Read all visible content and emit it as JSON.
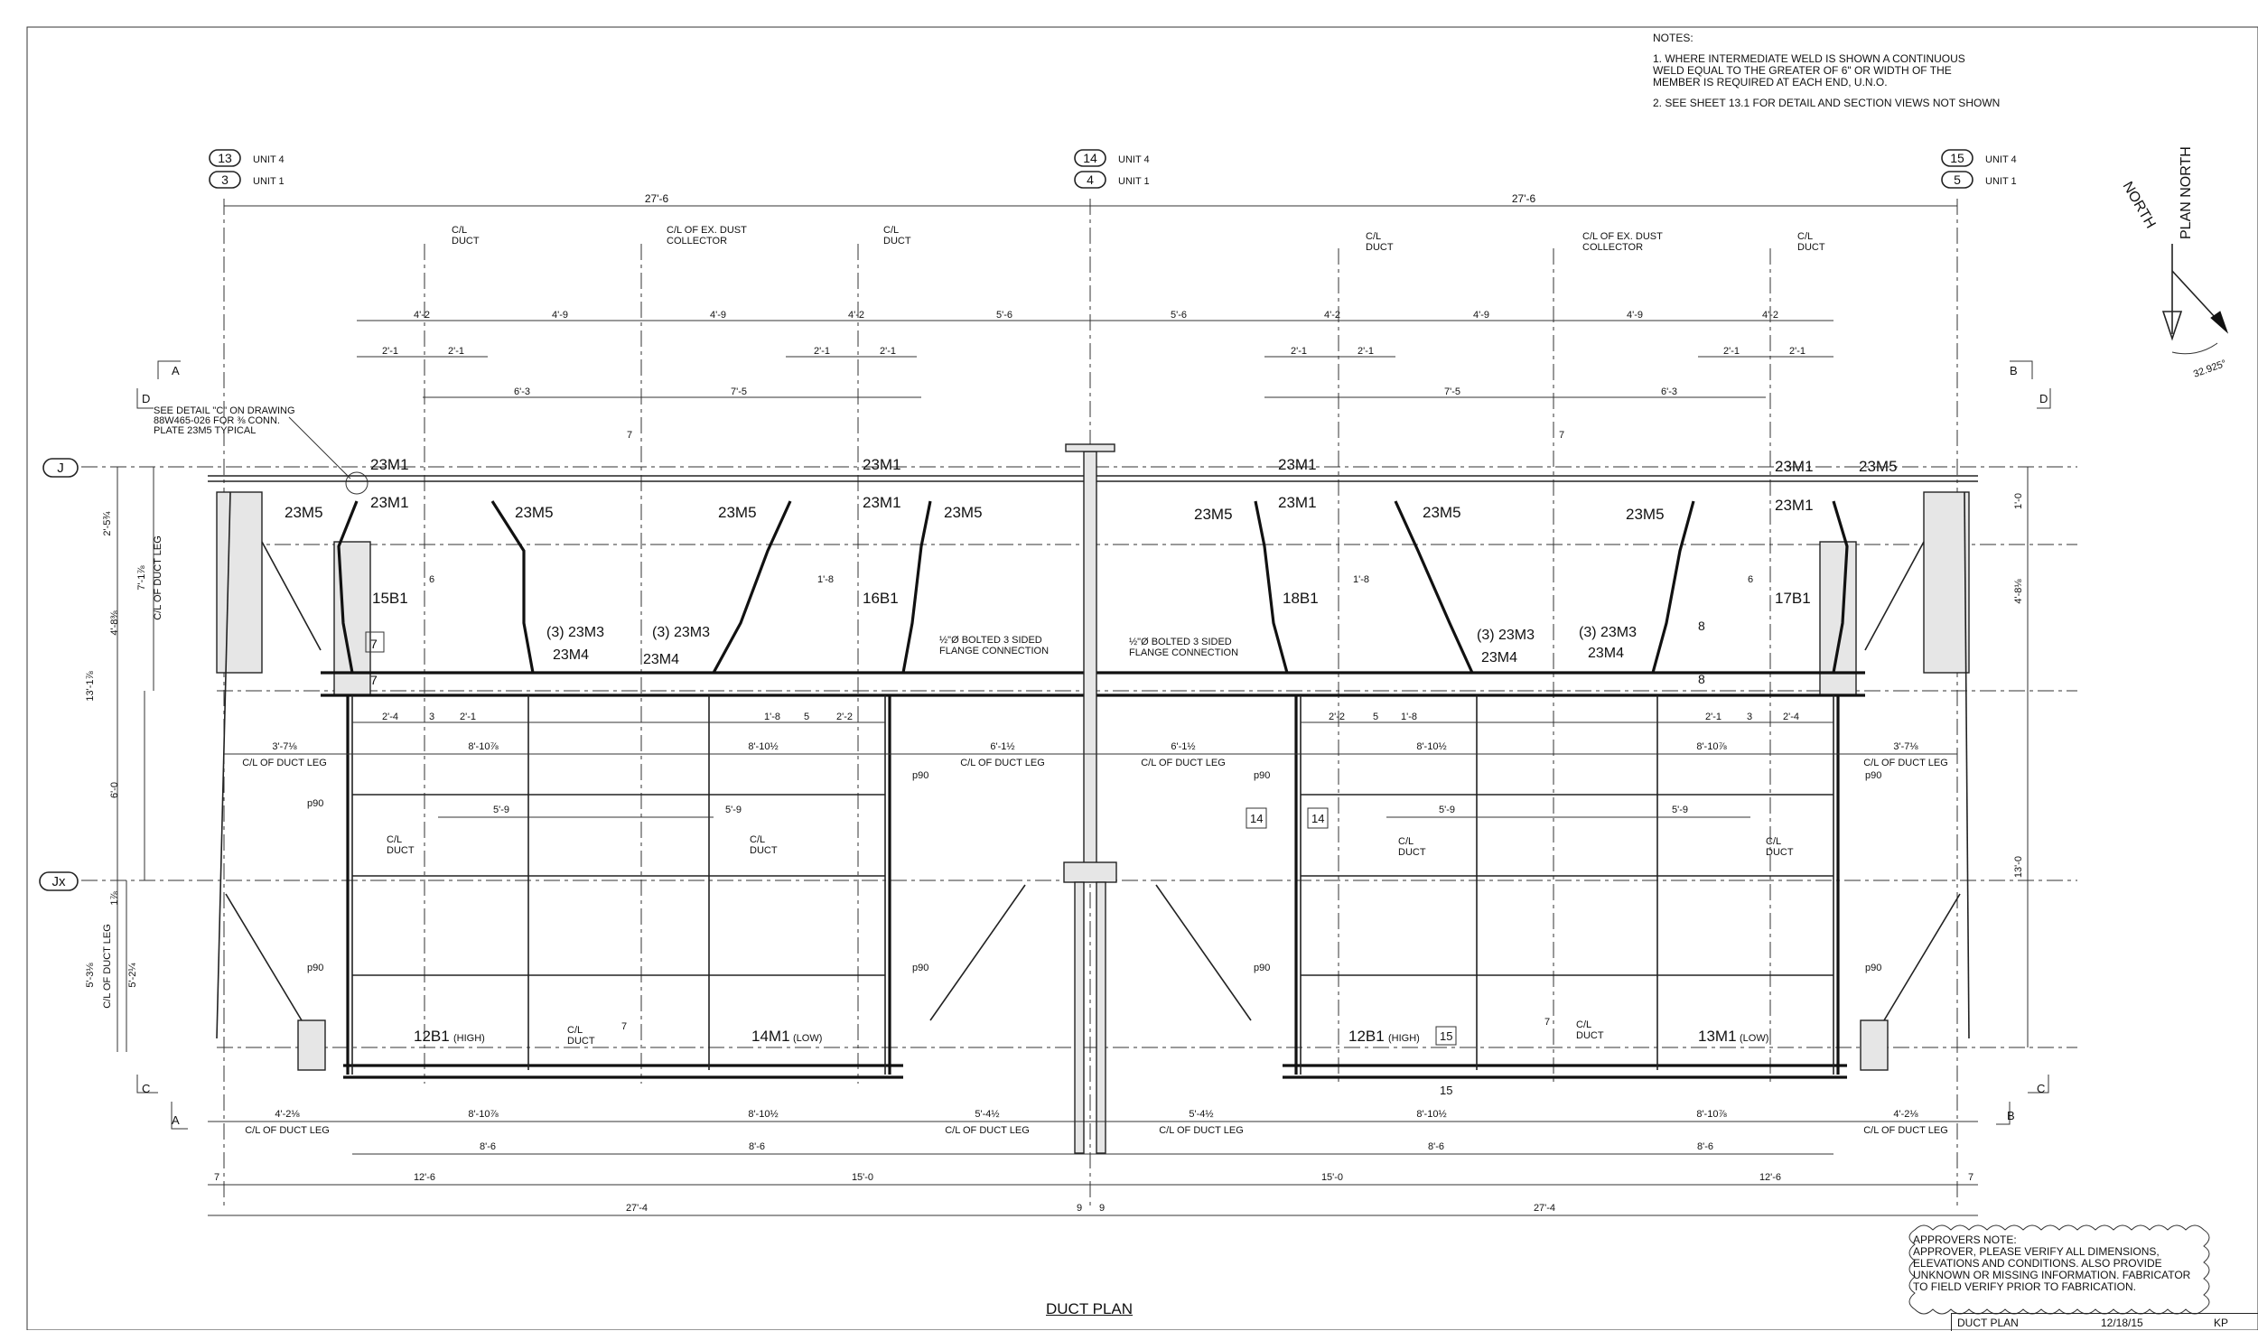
{
  "notes": {
    "heading": "NOTES:",
    "note1": "1. WHERE INTERMEDIATE WELD IS SHOWN A CONTINUOUS\nWELD EQUAL TO THE GREATER OF 6\" OR WIDTH OF THE\nMEMBER IS REQUIRED AT EACH END, U.N.O.",
    "note2": "2. SEE SHEET 13.1 FOR DETAIL AND SECTION VIEWS NOT SHOWN"
  },
  "grid": {
    "col13": "13",
    "col3": "3",
    "col14": "14",
    "col4": "4",
    "col15": "15",
    "col5": "5",
    "unit4": "UNIT 4",
    "unit1": "UNIT 1",
    "rowJ": "J",
    "rowJx": "Jx"
  },
  "north": {
    "north": "NORTH",
    "plan_north": "PLAN NORTH",
    "angle": "32.925°"
  },
  "sections": {
    "A": "A",
    "B": "B",
    "C": "C",
    "D": "D",
    "n14": "14",
    "n15": "15",
    "n7": "7",
    "n8": "8"
  },
  "dims": {
    "span": "27'-6",
    "d4_2": "4'-2",
    "d4_9": "4'-9",
    "d5_6": "5'-6",
    "d2_1": "2'-1",
    "d6_3": "6'-3",
    "d7_5": "7'-5",
    "d7": "7",
    "d1_0": "1'-0",
    "d4_8": "4'-8⅛",
    "d13_0": "13'-0",
    "d2_5": "2'-5¾",
    "d7_1": "7'-1⅞",
    "d4_8b": "4'-8⅜",
    "d13_1": "13'-1⅞",
    "d6_0": "6'-0",
    "d1_8": "1'-8",
    "d6": "6",
    "d1_78": "1⅞",
    "d5_3": "5'-3⅛",
    "d5_2": "5'-2¼",
    "d2_4": "2'-4",
    "d3": "3",
    "d5": "5",
    "d2_2": "2'-2",
    "d2_4b": "2'-4",
    "d3_7": "3'-7⅛",
    "d8_10a": "8'-10⅞",
    "d8_10b": "8'-10½",
    "d6_1": "6'-1½",
    "d5_9": "5'-9",
    "d4_2b": "4'-2⅛",
    "d5_4": "5'-4½",
    "d8_6": "8'-6",
    "d12_6": "12'-6",
    "d15_0": "15'-0",
    "d27_4": "27'-4",
    "d9": "9"
  },
  "labels": {
    "cl_duct": "C/L\nDUCT",
    "cl_dust": "C/L OF EX. DUST\nCOLLECTOR",
    "cl_leg": "C/L OF DUCT LEG",
    "see_detail": "SEE DETAIL \"C\" ON DRAWING\n88W465-026 FOR ⅜ CONN.\nPLATE 23M5 TYPICAL",
    "flange": "½\"Ø BOLTED 3 SIDED\nFLANGE CONNECTION",
    "p90": "p90",
    "m23M1": "23M1",
    "m23M5": "23M5",
    "m23M3": "(3) 23M3",
    "m23M4": "23M4",
    "m15B1": "15B1",
    "m16B1": "16B1",
    "m18B1": "18B1",
    "m17B1": "17B1",
    "m12B1": "12B1",
    "high": "(HIGH)",
    "m14M1": "14M1",
    "m13M1": "13M1",
    "low": "(LOW)"
  },
  "approver": "APPROVERS NOTE:\nAPPROVER, PLEASE VERIFY ALL DIMENSIONS,\nELEVATIONS AND CONDITIONS. ALSO PROVIDE\nUNKNOWN OR MISSING INFORMATION. FABRICATOR\nTO FIELD VERIFY PRIOR TO FABRICATION.",
  "title": "DUCT PLAN",
  "titleblock": {
    "name": "DUCT PLAN",
    "date": "12/18/15",
    "drawn": "KP"
  }
}
